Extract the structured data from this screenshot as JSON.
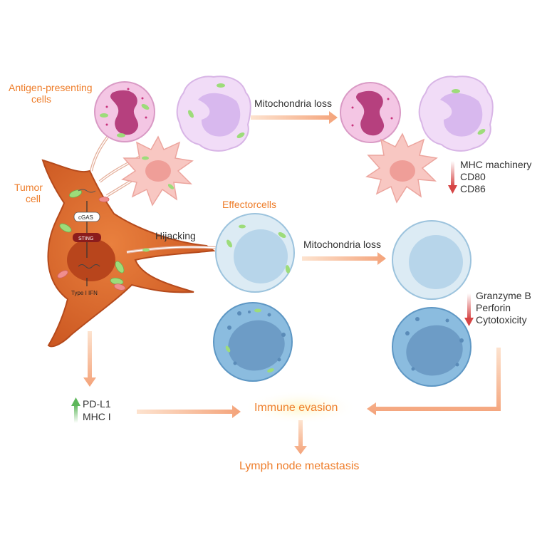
{
  "labels": {
    "antigen_presenting_line1": "Antigen-presenting",
    "antigen_presenting_line2": "cells",
    "tumor_line1": "Tumor",
    "tumor_line2": "cell",
    "mito_loss_top": "Mitochondria loss",
    "mito_loss_mid": "Mitochondria loss",
    "effector_cells": "Effectorcells",
    "hijacking": "Hijacking",
    "cgas": "cGAS",
    "sting": "STING",
    "type1_ifn": "Type I IFN",
    "immune_evasion": "Immune evasion",
    "lymph_node": "Lymph node metastasis"
  },
  "apc_markers": [
    "MHC machinery",
    "CD80",
    "CD86"
  ],
  "effector_markers": [
    "Granzyme B",
    "Perforin",
    "Cytotoxicity"
  ],
  "tumor_markers": [
    "PD-L1",
    "MHC I"
  ],
  "colors": {
    "orange_text": "#ee7d2a",
    "tumor_body": "#d9662b",
    "nucleus": "#b8451c",
    "mito": "#9ddc7a",
    "arrow_down": "#d64545",
    "arrow_up": "#5db75a"
  }
}
